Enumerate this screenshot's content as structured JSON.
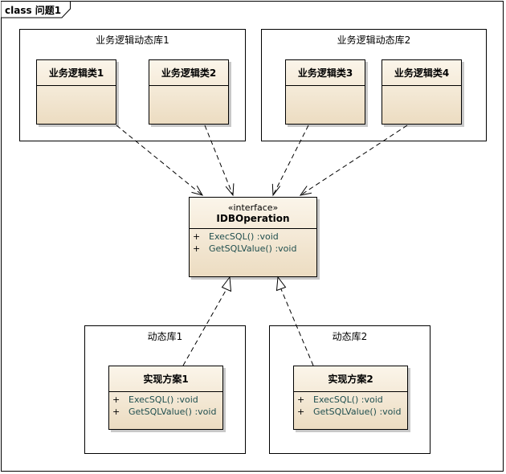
{
  "frame": {
    "label": "class 问题1"
  },
  "packages": {
    "logic1": {
      "label": "业务逻辑动态库1"
    },
    "logic2": {
      "label": "业务逻辑动态库2"
    },
    "impl1": {
      "label": "动态库1"
    },
    "impl2": {
      "label": "动态库2"
    }
  },
  "classes": {
    "logic_class1": {
      "name": "业务逻辑类1"
    },
    "logic_class2": {
      "name": "业务逻辑类2"
    },
    "logic_class3": {
      "name": "业务逻辑类3"
    },
    "logic_class4": {
      "name": "业务逻辑类4"
    },
    "interface": {
      "stereotype": "«interface»",
      "name": "IDBOperation",
      "ops": [
        {
          "vis": "+",
          "text": "ExecSQL() :void"
        },
        {
          "vis": "+",
          "text": "GetSQLValue() :void"
        }
      ]
    },
    "impl1": {
      "name": "实现方案1",
      "ops": [
        {
          "vis": "+",
          "text": "ExecSQL() :void"
        },
        {
          "vis": "+",
          "text": "GetSQLValue() :void"
        }
      ]
    },
    "impl2": {
      "name": "实现方案2",
      "ops": [
        {
          "vis": "+",
          "text": "ExecSQL() :void"
        },
        {
          "vis": "+",
          "text": "GetSQLValue() :void"
        }
      ]
    }
  },
  "colors": {
    "class_fill_top": "#fbf5ea",
    "class_fill_bottom": "#ecdcc1",
    "operation_text": "#1f4e4e",
    "border": "#000000"
  }
}
